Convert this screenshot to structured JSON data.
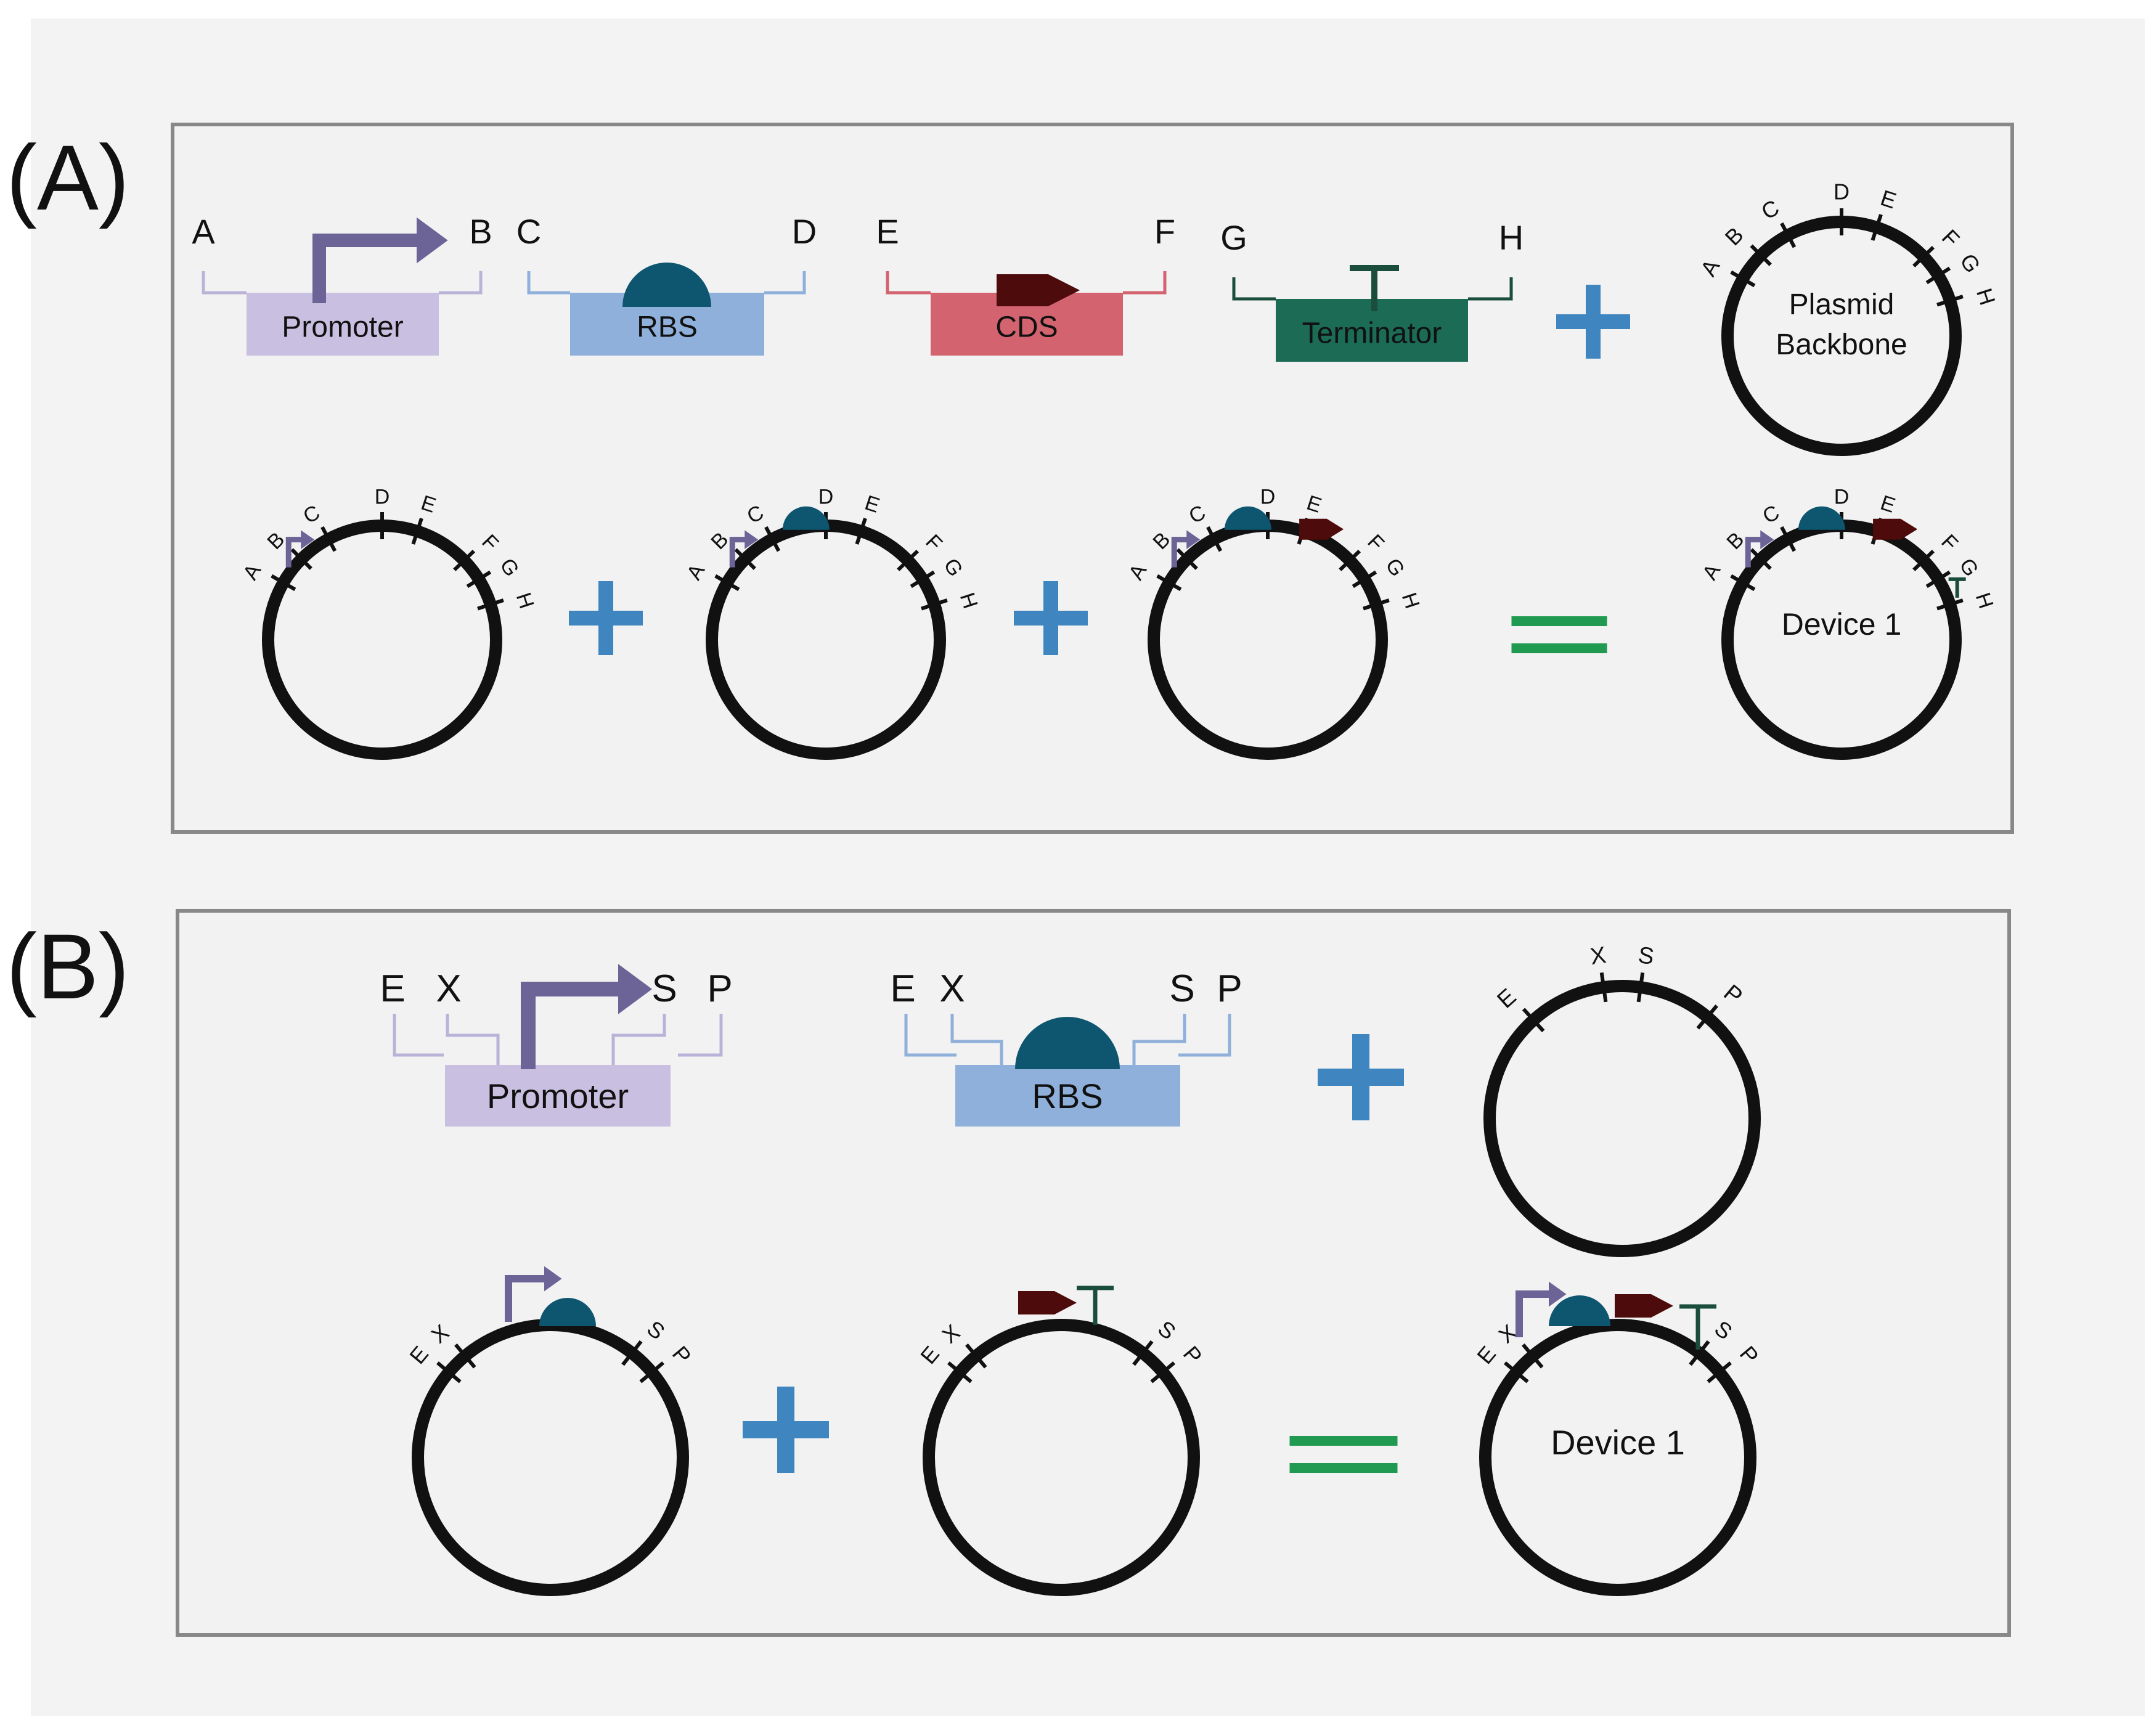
{
  "panels": [
    {
      "label": "(A)"
    },
    {
      "label": "(B)"
    }
  ],
  "colors": {
    "promoter": "#c9bfe0",
    "rbs_box": "#8fb0da",
    "cds_box": "#d2636f",
    "terminator_box": "#1b6b55",
    "rbs_dome": "#0e5670",
    "cds_arrow": "#4d0b0b",
    "promoter_arrow": "#6c6397",
    "terminator_mark": "#1b4d3c",
    "plus": "#3f85bf",
    "equals": "#1f9a50",
    "panel_bg": "#f2f2f2",
    "panel_border": "#888888",
    "outer_bg": "#f3f3f3"
  },
  "A": {
    "promoter": {
      "left": "A",
      "right": "B",
      "name": "Promoter"
    },
    "rbs": {
      "left": "C",
      "right": "D",
      "name": "RBS"
    },
    "cds": {
      "left": "E",
      "right": "F",
      "name": "CDS"
    },
    "terminator": {
      "left": "G",
      "right": "H",
      "name": "Terminator"
    },
    "backbone_title_1": "Plasmid",
    "backbone_title_2": "Backbone",
    "result": "Device 1",
    "sites": [
      "A",
      "B",
      "C",
      "D",
      "E",
      "F",
      "G",
      "H"
    ]
  },
  "B": {
    "sites": [
      "E",
      "X",
      "S",
      "P"
    ],
    "promoter_name": "Promoter",
    "rbs_name": "RBS",
    "result": "Device 1"
  },
  "icons": {
    "promoter_glyph": "promoter-arrow-icon",
    "rbs_glyph": "rbs-dome-icon",
    "cds_glyph": "cds-arrow-icon",
    "terminator_glyph": "terminator-t-icon",
    "plus": "plus-icon",
    "equals": "equals-icon"
  }
}
